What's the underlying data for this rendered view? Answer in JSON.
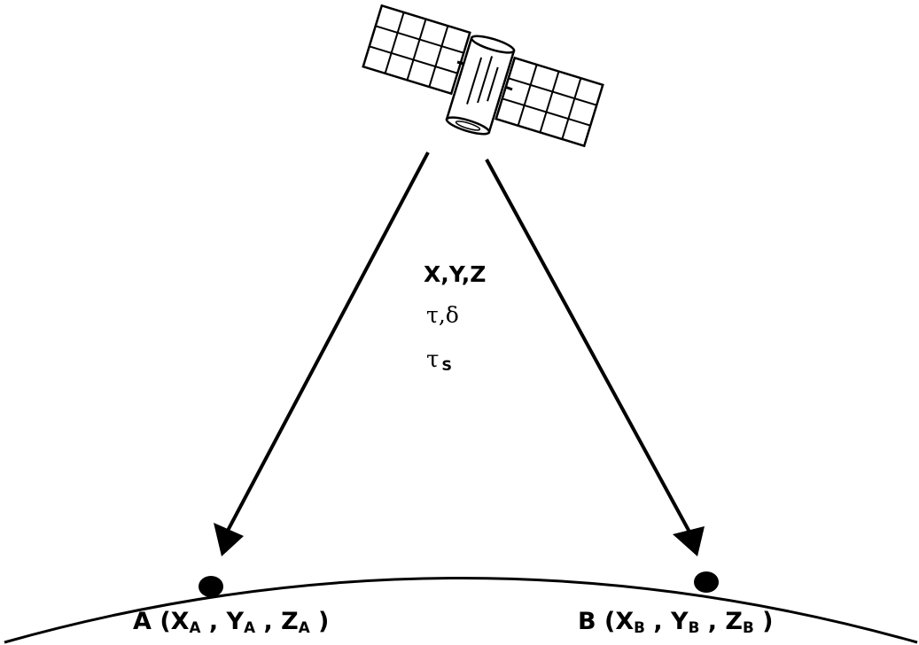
{
  "satellite": {
    "icon": "satellite-icon"
  },
  "center_labels": {
    "coords": "X,Y,Z",
    "angles": "τ,δ",
    "time_symbol": "τ",
    "time_sub": "S"
  },
  "point_a": {
    "name": "A",
    "open": "(",
    "x": "X",
    "x_sub": "A",
    "y": "Y",
    "y_sub": "A",
    "z": "Z",
    "z_sub": "A",
    "close": ")",
    "sep": ","
  },
  "point_b": {
    "name": "B",
    "open": "(",
    "x": "X",
    "x_sub": "B",
    "y": "Y",
    "y_sub": "B",
    "z": "Z",
    "z_sub": "B",
    "close": ")",
    "sep": ","
  },
  "colors": {
    "ink": "#000000",
    "background": "#ffffff"
  }
}
